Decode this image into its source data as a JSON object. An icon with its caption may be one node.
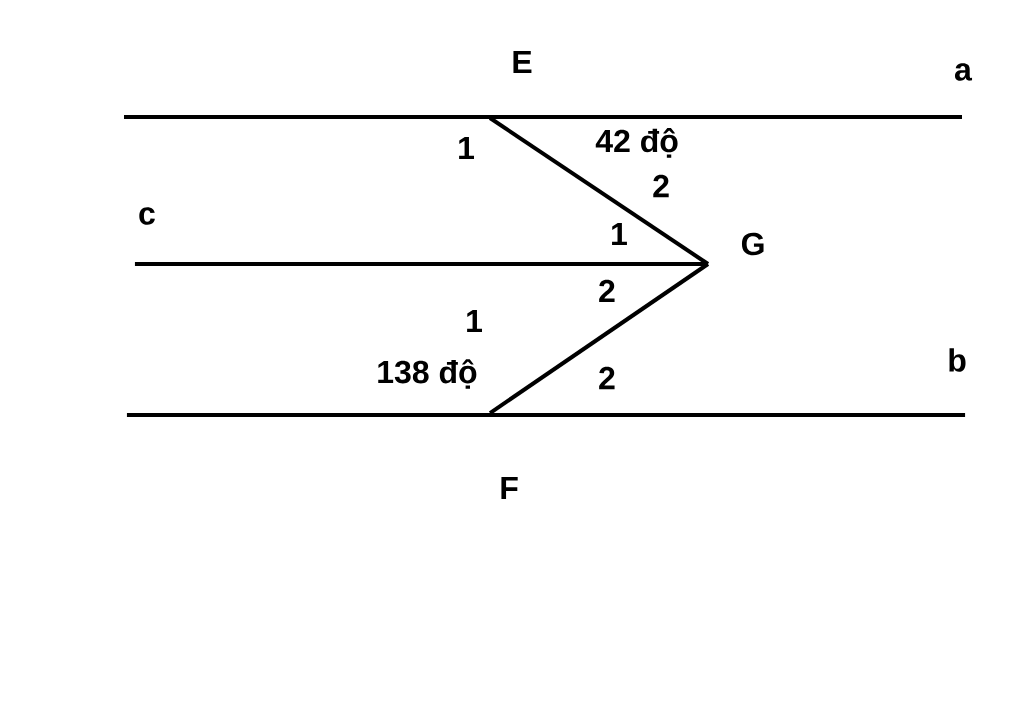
{
  "diagram": {
    "nodes": [
      {
        "text": [
          "E"
        ]
      },
      {
        "text": [
          "G"
        ]
      },
      {
        "text": [
          "F"
        ]
      }
    ],
    "edges": [
      {
        "from": 0,
        "to": 1,
        "arrow": "none"
      },
      {
        "from": 1,
        "to": 2,
        "arrow": "none"
      }
    ],
    "labels": [
      "a",
      "1",
      "42 độ",
      "2",
      "c",
      "1",
      "2",
      "1",
      "138 độ",
      "2",
      "b"
    ]
  }
}
